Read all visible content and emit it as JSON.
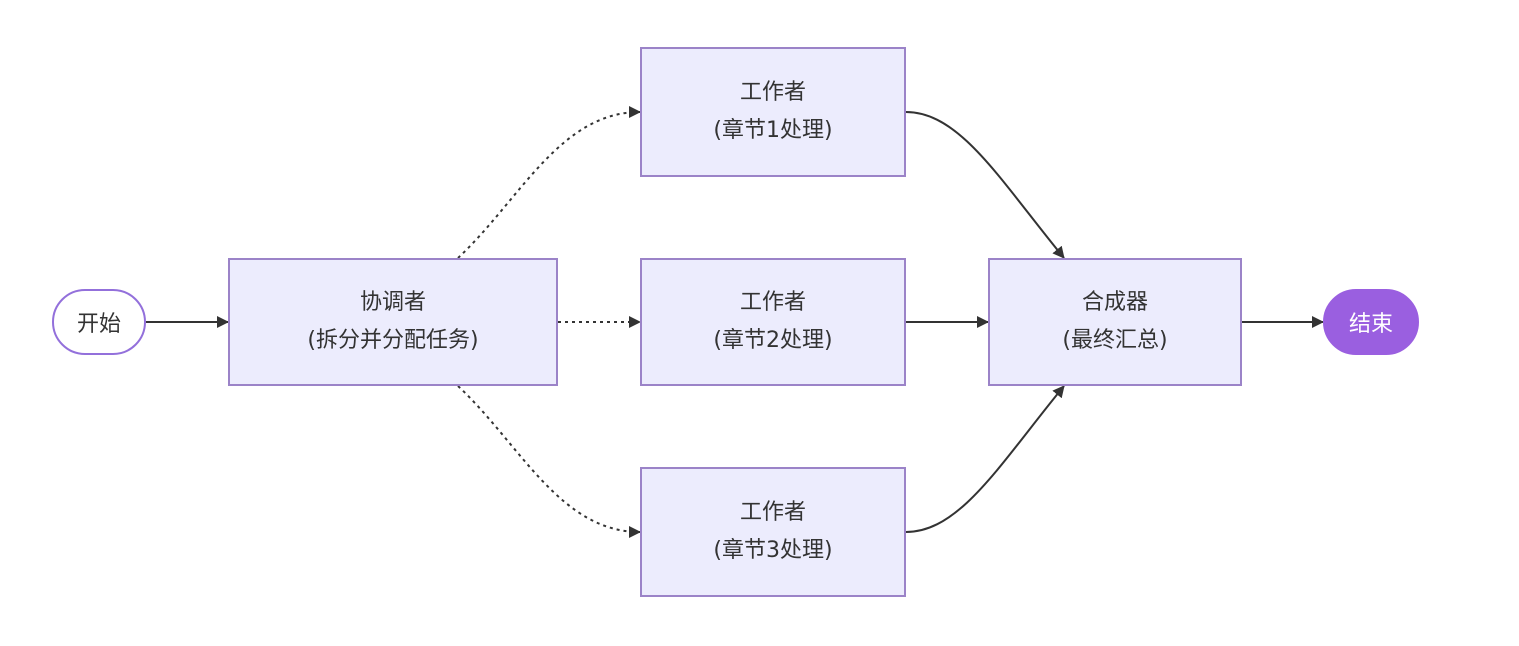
{
  "diagram": {
    "start": {
      "label": "开始"
    },
    "coordinator": {
      "title": "协调者",
      "subtitle": "(拆分并分配任务)"
    },
    "worker1": {
      "title": "工作者",
      "subtitle": "(章节1处理)"
    },
    "worker2": {
      "title": "工作者",
      "subtitle": "(章节2处理)"
    },
    "worker3": {
      "title": "工作者",
      "subtitle": "(章节3处理)"
    },
    "synthesizer": {
      "title": "合成器",
      "subtitle": "(最终汇总)"
    },
    "end": {
      "label": "结束"
    }
  },
  "colors": {
    "node_fill": "#ececfd",
    "node_border": "#9b83c8",
    "end_fill": "#9a5fe0",
    "edge": "#333333"
  }
}
